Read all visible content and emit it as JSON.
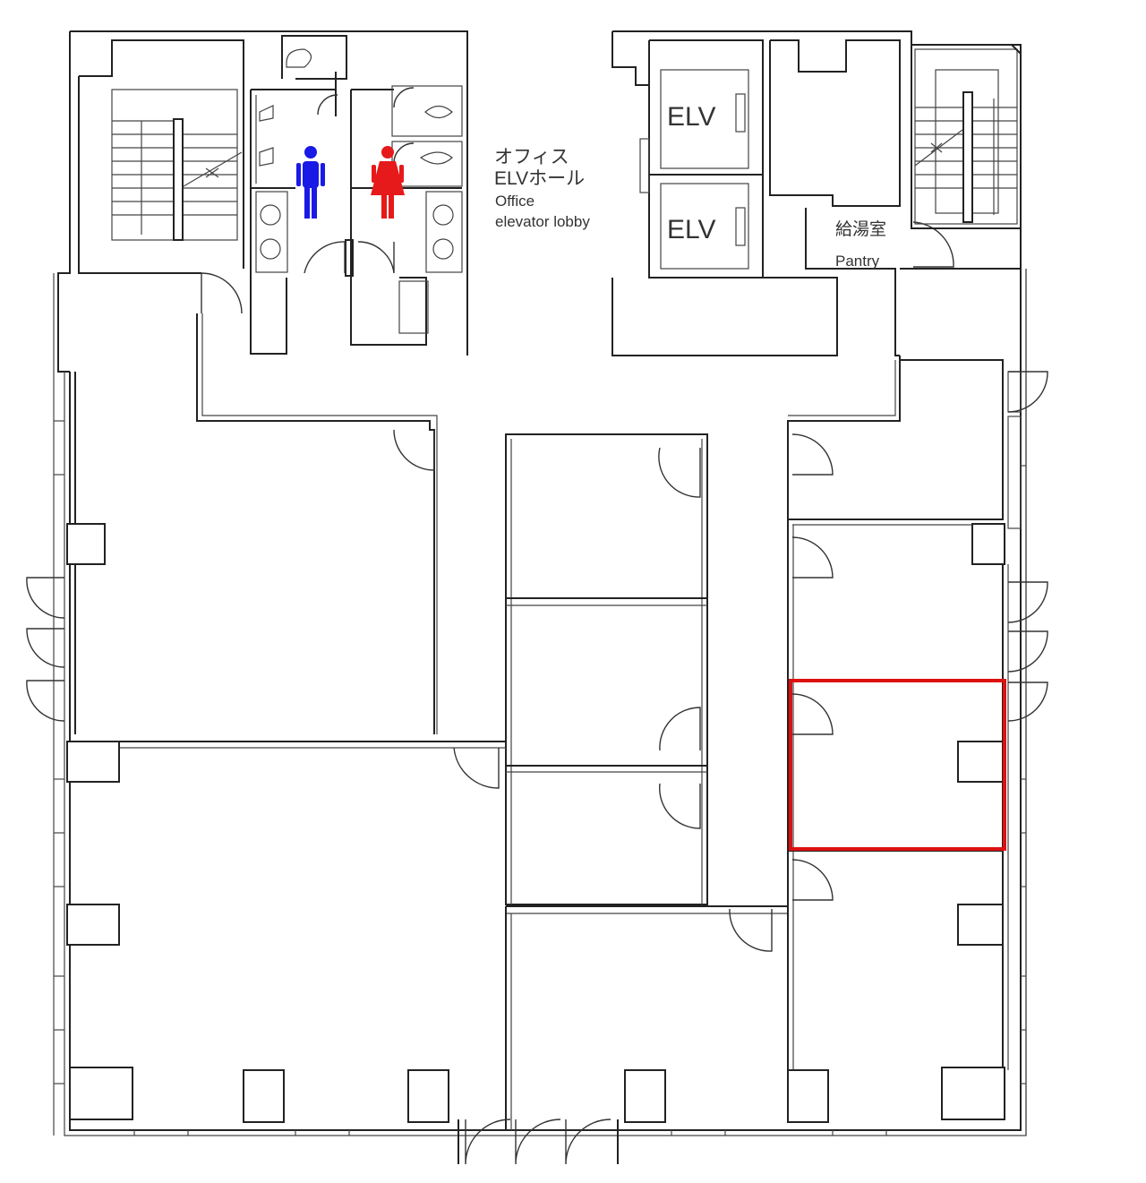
{
  "labels": {
    "lobby_jp_1": "オフィス",
    "lobby_jp_2": "ELVホール",
    "lobby_en_1": "Office",
    "lobby_en_2": "elevator lobby",
    "elv_1": "ELV",
    "elv_2": "ELV",
    "pantry_jp": "給湯室",
    "pantry_en": "Pantry"
  },
  "colors": {
    "wall": "#222222",
    "men_icon": "#1a1ae6",
    "women_icon": "#e61a1a",
    "highlight": "#dd1111"
  },
  "icons": [
    "men-restroom-icon",
    "women-restroom-icon"
  ],
  "highlighted_room": "room-right-3"
}
